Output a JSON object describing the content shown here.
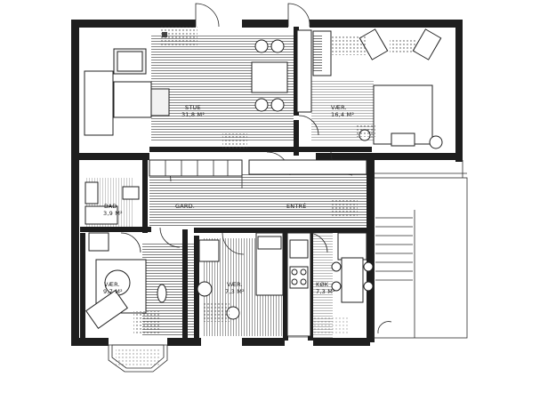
{
  "rooms": [
    {
      "id": "stue",
      "name": "STUE",
      "area": "31,8 M²"
    },
    {
      "id": "vaer1",
      "name": "VÆR.",
      "area": "16,4 M²"
    },
    {
      "id": "bad",
      "name": "BAD",
      "area": "3,9 M²"
    },
    {
      "id": "gard",
      "name": "GARD.",
      "area": ""
    },
    {
      "id": "entre",
      "name": "ENTRÉ",
      "area": ""
    },
    {
      "id": "vaer2",
      "name": "VÆR.",
      "area": "9,7 M²"
    },
    {
      "id": "vaer3",
      "name": "VÆR.",
      "area": "7,3 M²"
    },
    {
      "id": "kok",
      "name": "KØK",
      "area": "7,3 M²"
    }
  ]
}
